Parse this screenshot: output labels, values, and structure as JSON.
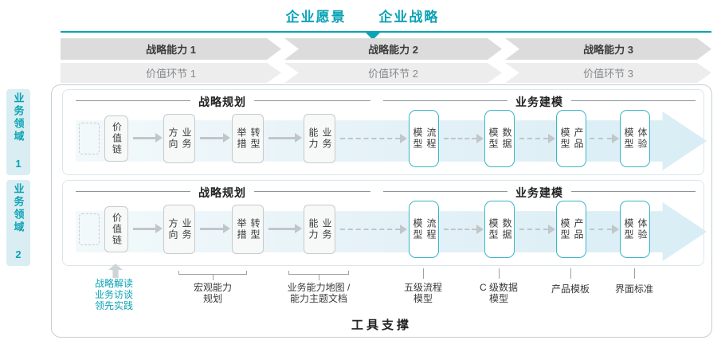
{
  "colors": {
    "teal": "#0ba3b5"
  },
  "header": {
    "vision": "企业愿景",
    "strategy": "企业战略"
  },
  "capability_band": {
    "items": [
      "战略能力 1",
      "战略能力 2",
      "战略能力 3"
    ]
  },
  "value_band": {
    "items": [
      "价值环节 1",
      "价值环节 2",
      "价值环节 3"
    ]
  },
  "domains": [
    {
      "tab": "业务领域 1",
      "planning_title": "战略规划",
      "modeling_title": "业务建模",
      "boxes": {
        "value_chain": "价值链",
        "direction": "业务\n方向",
        "transformation": "转型\n举措",
        "capability": "业务\n能力",
        "process": "流程\n模型",
        "data": "数据\n模型",
        "product": "产品\n模型",
        "experience": "体验\n模型"
      }
    },
    {
      "tab": "业务领域 2",
      "planning_title": "战略规划",
      "modeling_title": "业务建模",
      "boxes": {
        "value_chain": "价值链",
        "direction": "业务\n方向",
        "transformation": "转型\n举措",
        "capability": "业务\n能力",
        "process": "流程\n模型",
        "data": "数据\n模型",
        "product": "产品\n模型",
        "experience": "体验\n模型"
      }
    }
  ],
  "annotations": {
    "inputs": "战略解读\n业务访谈\n领先实践",
    "macro_capability": "宏观能力\n规划",
    "capability_map": "业务能力地图 /\n能力主题文档",
    "process_l5": "五级流程\n模型",
    "data_c": "C 级数据\n模型",
    "product_template": "产品模板",
    "ui_standard": "界面标准"
  },
  "footer": {
    "label": "工具支撑"
  }
}
